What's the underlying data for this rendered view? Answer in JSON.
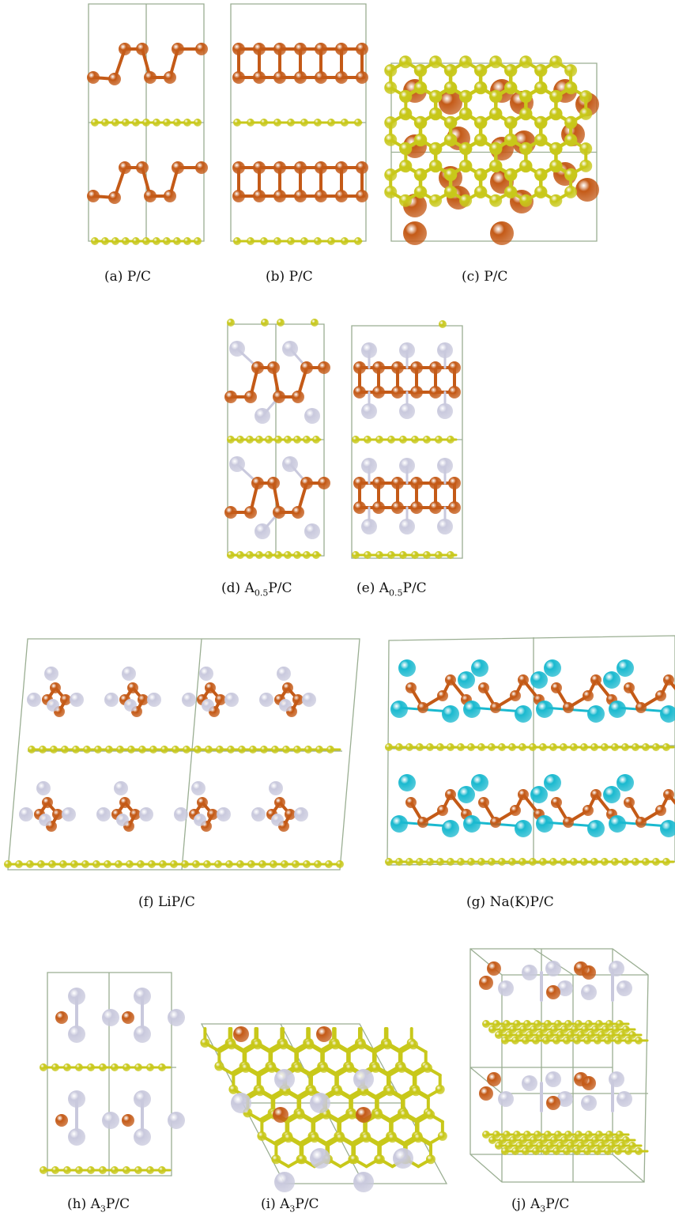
{
  "colors": {
    "phosphorus": "#c45a17",
    "carbon": "#c8c81a",
    "metal_light": "#c9c9dd",
    "metal_cyan": "#1ab9cf",
    "cell": "#9aae92"
  },
  "figure": {
    "panels": [
      {
        "id": "a",
        "tag": "(a)",
        "formula": "P/C",
        "sub": ""
      },
      {
        "id": "b",
        "tag": "(b)",
        "formula": "P/C",
        "sub": ""
      },
      {
        "id": "c",
        "tag": "(c)",
        "formula": "P/C",
        "sub": ""
      },
      {
        "id": "d",
        "tag": "(d)",
        "pre": "A",
        "sub": "0.5",
        "post": "P/C"
      },
      {
        "id": "e",
        "tag": "(e)",
        "pre": "A",
        "sub": "0.5",
        "post": "P/C"
      },
      {
        "id": "f",
        "tag": "(f)",
        "formula": "LiP/C",
        "sub": ""
      },
      {
        "id": "g",
        "tag": "(g)",
        "formula": "Na(K)P/C",
        "sub": ""
      },
      {
        "id": "h",
        "tag": "(h)",
        "pre": "A",
        "sub": "3",
        "post": "P/C"
      },
      {
        "id": "i",
        "tag": "(i)",
        "pre": "A",
        "sub": "3",
        "post": "P/C"
      },
      {
        "id": "j",
        "tag": "(j)",
        "pre": "A",
        "sub": "3",
        "post": "P/C"
      }
    ]
  }
}
